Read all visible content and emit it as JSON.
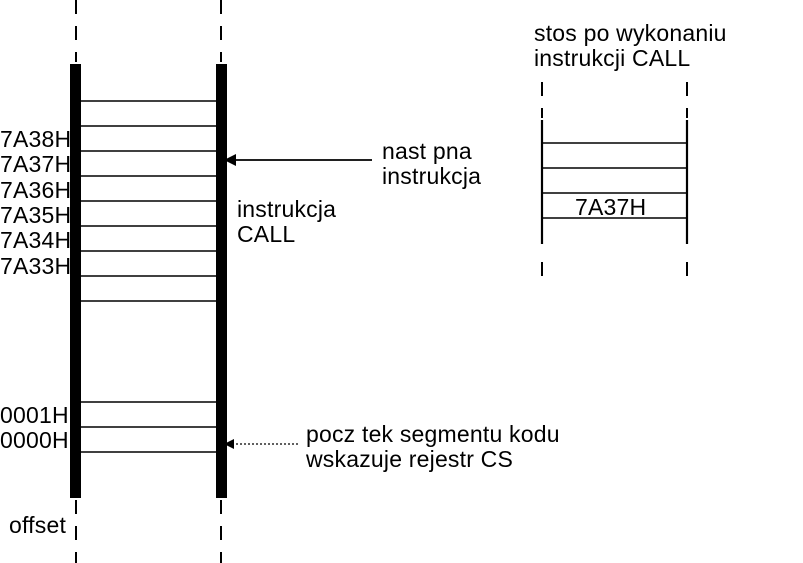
{
  "memory": {
    "row_labels": [
      "7A38H",
      "7A37H",
      "7A36H",
      "7A35H",
      "7A34H",
      "7A33H"
    ],
    "low_labels": [
      "0001H",
      "0000H"
    ],
    "axis_label": "offset"
  },
  "annotations": {
    "next_instruction": [
      "nast pna",
      "instrukcja"
    ],
    "call_instruction": [
      "instrukcja",
      "CALL"
    ],
    "segment_start": [
      "pocz tek segmentu kodu",
      "wskazuje rejestr CS"
    ]
  },
  "stack": {
    "title": [
      "stos po wykonaniu",
      "instrukcji CALL"
    ],
    "value": "7A37H"
  }
}
